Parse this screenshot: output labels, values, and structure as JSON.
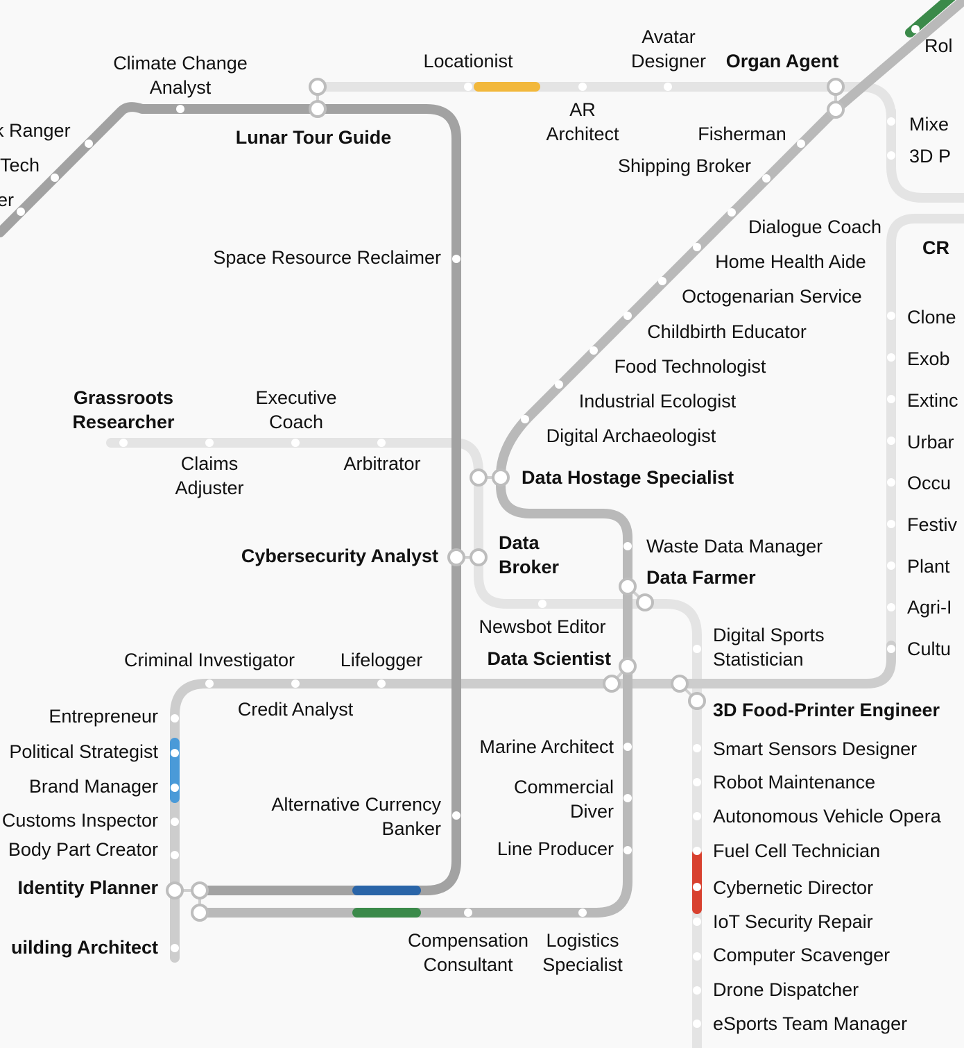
{
  "lines": [
    {
      "id": "dark-gray",
      "color": "#a2a2a2"
    },
    {
      "id": "medium-gray",
      "color": "#b9b9b9"
    },
    {
      "id": "light-gray",
      "color": "#cdcdcd"
    },
    {
      "id": "pale-gray",
      "color": "#e4e4e4"
    },
    {
      "id": "green",
      "color": "#3b8a4a"
    },
    {
      "id": "yellow",
      "color": "#f2b83c"
    },
    {
      "id": "light-blue",
      "color": "#4a9ad8"
    },
    {
      "id": "navy",
      "color": "#2a65a8"
    },
    {
      "id": "red",
      "color": "#d8412f"
    }
  ],
  "stations": {
    "climate_change_analyst": "Climate Change\nAnalyst",
    "park_ranger": "k Ranger",
    "tech": "Tech",
    "er": "er",
    "lunar_tour_guide": "Lunar Tour Guide",
    "locationist": "Locationist",
    "avatar_designer": "Avatar\nDesigner",
    "organ_agent": "Organ Agent",
    "ro": "Rol",
    "ar_architect": "AR\nArchitect",
    "fisherman": "Fisherman",
    "shipping_broker": "Shipping Broker",
    "mixe": "Mixe",
    "three_d_p": "3D P",
    "space_resource_reclaimer": "Space Resource Reclaimer",
    "dialogue_coach": "Dialogue Coach",
    "home_health_aide": "Home Health Aide",
    "octogenarian_service": "Octogenarian Service",
    "childbirth_educator": "Childbirth Educator",
    "food_technologist": "Food Technologist",
    "industrial_ecologist": "Industrial Ecologist",
    "digital_archaeologist": "Digital Archaeologist",
    "data_hostage_specialist": "Data Hostage Specialist",
    "cr": "CR",
    "clone": "Clone",
    "exob": "Exob",
    "extin": "Extinc",
    "urba": "Urbar",
    "occu": "Occu",
    "festi": "Festiv",
    "plant": "Plant",
    "agri": "Agri-I",
    "cultu": "Cultu",
    "grassroots_researcher": "Grassroots\nResearcher",
    "executive_coach": "Executive\nCoach",
    "claims_adjuster": "Claims\nAdjuster",
    "arbitrator": "Arbitrator",
    "cybersecurity_analyst": "Cybersecurity Analyst",
    "data_broker": "Data\nBroker",
    "waste_data_manager": "Waste Data Manager",
    "data_farmer": "Data Farmer",
    "newsbot_editor": "Newsbot Editor",
    "data_scientist": "Data Scientist",
    "digital_sports_statistician": "Digital Sports\nStatistician",
    "criminal_investigator": "Criminal Investigator",
    "lifelogger": "Lifelogger",
    "credit_analyst": "Credit Analyst",
    "entrepreneur": "Entrepreneur",
    "political_strategist": "Political Strategist",
    "brand_manager": "Brand Manager",
    "customs_inspector": "Customs Inspector",
    "body_part_creator": "Body Part Creator",
    "identity_planner": "Identity Planner",
    "building_architect": "uilding Architect",
    "alternative_currency_banker": "Alternative Currency\nBanker",
    "marine_architect": "Marine Architect",
    "commercial_diver": "Commercial\nDiver",
    "line_producer": "Line Producer",
    "compensation_consultant": "Compensation\nConsultant",
    "logistics_specialist": "Logistics\nSpecialist",
    "three_d_food_printer_engineer": "3D Food-Printer Engineer",
    "smart_sensors_designer": "Smart Sensors Designer",
    "robot_maintenance": "Robot Maintenance",
    "autonomous_vehicle_operator": "Autonomous Vehicle Opera",
    "fuel_cell_technician": "Fuel Cell Technician",
    "cybernetic_director": "Cybernetic Director",
    "iot_security_repair": "IoT Security Repair",
    "computer_scavenger": "Computer Scavenger",
    "drone_dispatcher": "Drone Dispatcher",
    "esports_team_manager": "eSports Team Manager"
  }
}
